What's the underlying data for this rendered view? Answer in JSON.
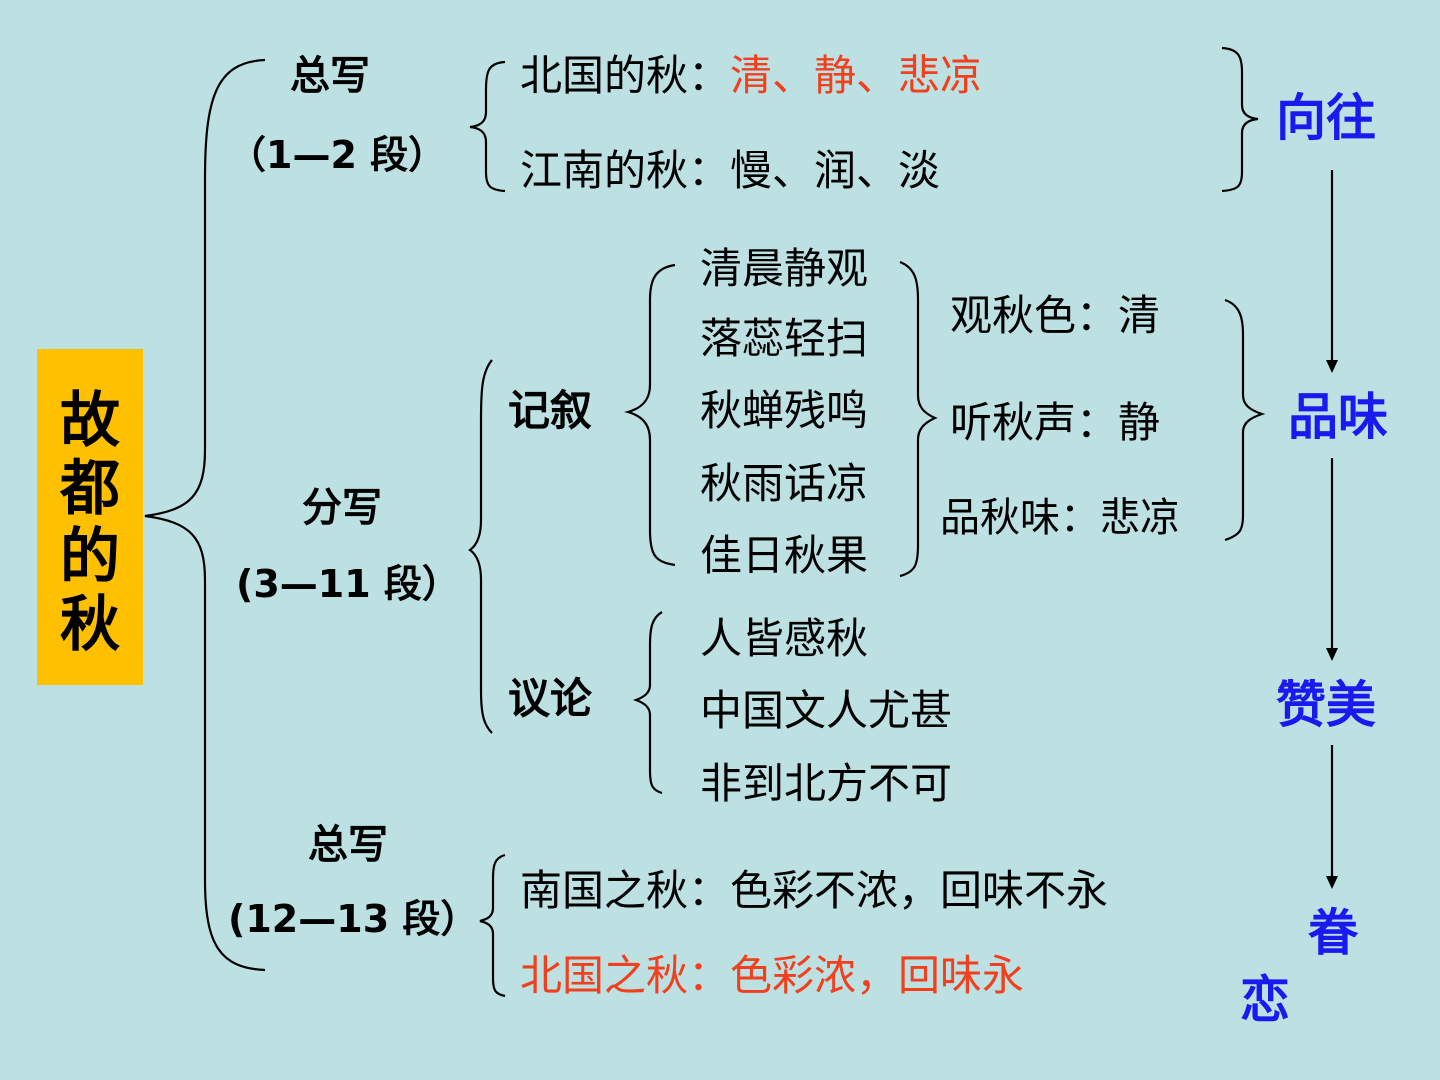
{
  "title": "故都的秋",
  "sections": {
    "intro": {
      "label": "总写",
      "range": "（1—2 段）"
    },
    "body": {
      "label": "分写",
      "range": "(3—11 段）"
    },
    "outro": {
      "label": "总写",
      "range": "(12—13 段）"
    }
  },
  "intro_lines": {
    "north_prefix": "北国的秋：",
    "north_traits": "清、静、悲凉",
    "south": "江南的秋：慢、润、淡"
  },
  "narrative": {
    "label": "记叙",
    "scenes": [
      "清晨静观",
      "落蕊轻扫",
      "秋蝉残鸣",
      "秋雨话凉",
      "佳日秋果"
    ],
    "senses": [
      "观秋色：清",
      "听秋声：静",
      "品秋味：悲凉"
    ]
  },
  "discussion": {
    "label": "议论",
    "points": [
      "人皆感秋",
      "中国文人尤甚",
      "非到北方不可"
    ]
  },
  "outro_lines": {
    "south": "南国之秋：色彩不浓，回味不永",
    "north": "北国之秋：色彩浓，回味永"
  },
  "emotions": {
    "step1": "向往",
    "step2": "品味",
    "step3": "赞美",
    "step4a": "眷",
    "step4b": "恋"
  },
  "colors": {
    "background": "#bde0e3",
    "title_box": "#ffc000",
    "accent_red": "#f0401e",
    "accent_blue": "#1a1aee"
  }
}
